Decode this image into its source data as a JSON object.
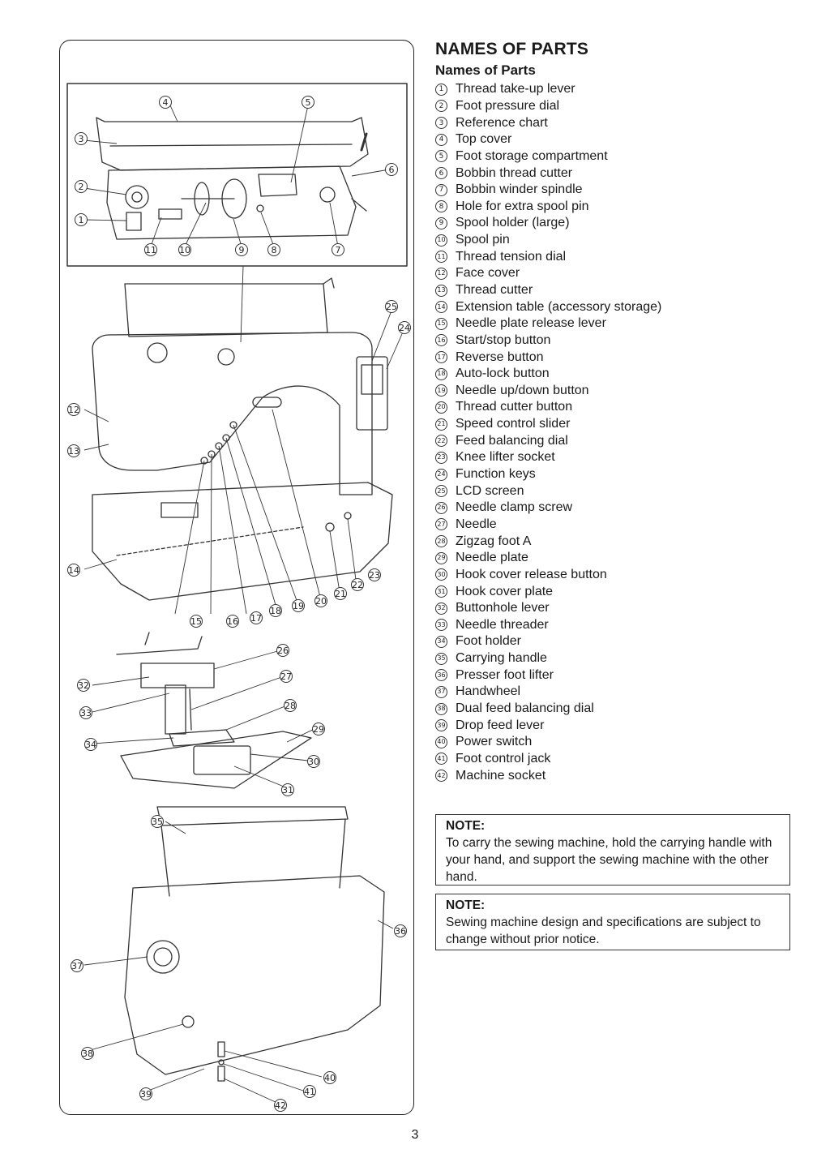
{
  "page_title": "NAMES OF PARTS",
  "section_title": "Names of Parts",
  "parts": [
    {
      "num": "1",
      "label": "Thread take-up lever"
    },
    {
      "num": "2",
      "label": "Foot pressure dial"
    },
    {
      "num": "3",
      "label": "Reference chart"
    },
    {
      "num": "4",
      "label": "Top cover"
    },
    {
      "num": "5",
      "label": "Foot storage compartment"
    },
    {
      "num": "6",
      "label": "Bobbin thread cutter"
    },
    {
      "num": "7",
      "label": "Bobbin winder spindle"
    },
    {
      "num": "8",
      "label": "Hole for extra spool pin"
    },
    {
      "num": "9",
      "label": "Spool holder (large)"
    },
    {
      "num": "10",
      "label": "Spool pin"
    },
    {
      "num": "11",
      "label": "Thread tension dial"
    },
    {
      "num": "12",
      "label": "Face cover"
    },
    {
      "num": "13",
      "label": "Thread cutter"
    },
    {
      "num": "14",
      "label": "Extension table (accessory storage)"
    },
    {
      "num": "15",
      "label": "Needle plate release lever"
    },
    {
      "num": "16",
      "label": "Start/stop button"
    },
    {
      "num": "17",
      "label": "Reverse button"
    },
    {
      "num": "18",
      "label": "Auto-lock button"
    },
    {
      "num": "19",
      "label": "Needle up/down button"
    },
    {
      "num": "20",
      "label": "Thread cutter button"
    },
    {
      "num": "21",
      "label": "Speed control slider"
    },
    {
      "num": "22",
      "label": "Feed balancing dial"
    },
    {
      "num": "23",
      "label": "Knee lifter socket"
    },
    {
      "num": "24",
      "label": "Function keys"
    },
    {
      "num": "25",
      "label": "LCD screen"
    },
    {
      "num": "26",
      "label": "Needle clamp screw"
    },
    {
      "num": "27",
      "label": "Needle"
    },
    {
      "num": "28",
      "label": "Zigzag foot A"
    },
    {
      "num": "29",
      "label": "Needle plate"
    },
    {
      "num": "30",
      "label": "Hook cover release button"
    },
    {
      "num": "31",
      "label": "Hook cover plate"
    },
    {
      "num": "32",
      "label": "Buttonhole lever"
    },
    {
      "num": "33",
      "label": "Needle threader"
    },
    {
      "num": "34",
      "label": "Foot holder"
    },
    {
      "num": "35",
      "label": "Carrying handle"
    },
    {
      "num": "36",
      "label": "Presser foot lifter"
    },
    {
      "num": "37",
      "label": "Handwheel"
    },
    {
      "num": "38",
      "label": "Dual feed balancing dial"
    },
    {
      "num": "39",
      "label": "Drop feed lever"
    },
    {
      "num": "40",
      "label": "Power switch"
    },
    {
      "num": "41",
      "label": "Foot control jack"
    },
    {
      "num": "42",
      "label": "Machine socket"
    }
  ],
  "notes": [
    {
      "heading": "NOTE:",
      "text": "To carry the sewing machine, hold the carrying handle with your hand, and support the sewing machine with the other hand."
    },
    {
      "heading": "NOTE:",
      "text": "Sewing machine design and specifications are subject to change without prior notice."
    }
  ],
  "page_number": "3"
}
